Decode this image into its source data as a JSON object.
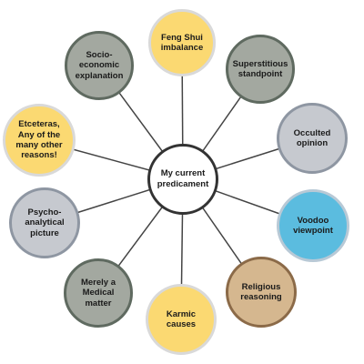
{
  "center": {
    "label": "My current\npredicament"
  },
  "nodes": [
    {
      "id": "feng-shui",
      "label": "Feng Shui\nimbalance",
      "fill": "#fbd972",
      "border": "#d9d9d9"
    },
    {
      "id": "superstitious",
      "label": "Superstitious\nstandpoint",
      "fill": "#a3a8a0",
      "border": "#5f6a60"
    },
    {
      "id": "occulted",
      "label": "Occulted\nopinion",
      "fill": "#c6c9cf",
      "border": "#8e96a2"
    },
    {
      "id": "voodoo",
      "label": "Voodoo\nviewpoint",
      "fill": "#5bbcdf",
      "border": "#b8c9d6"
    },
    {
      "id": "religious",
      "label": "Religious\nreasoning",
      "fill": "#d5b78f",
      "border": "#8b6a48"
    },
    {
      "id": "karmic",
      "label": "Karmic\ncauses",
      "fill": "#fbd972",
      "border": "#d9d9d9"
    },
    {
      "id": "medical",
      "label": "Merely a\nMedical\nmatter",
      "fill": "#a3a8a0",
      "border": "#5f6a60"
    },
    {
      "id": "psycho",
      "label": "Psycho-\nanalytical\npicture",
      "fill": "#c6c9cf",
      "border": "#8e96a2"
    },
    {
      "id": "etceteras",
      "label": "Etceteras,\nAny of the\nmany other\nreasons!",
      "fill": "#fbd972",
      "border": "#d9d9d9"
    },
    {
      "id": "socio",
      "label": "Socio-\neconomic\nexplanation",
      "fill": "#a3a8a0",
      "border": "#5f6a60"
    }
  ]
}
